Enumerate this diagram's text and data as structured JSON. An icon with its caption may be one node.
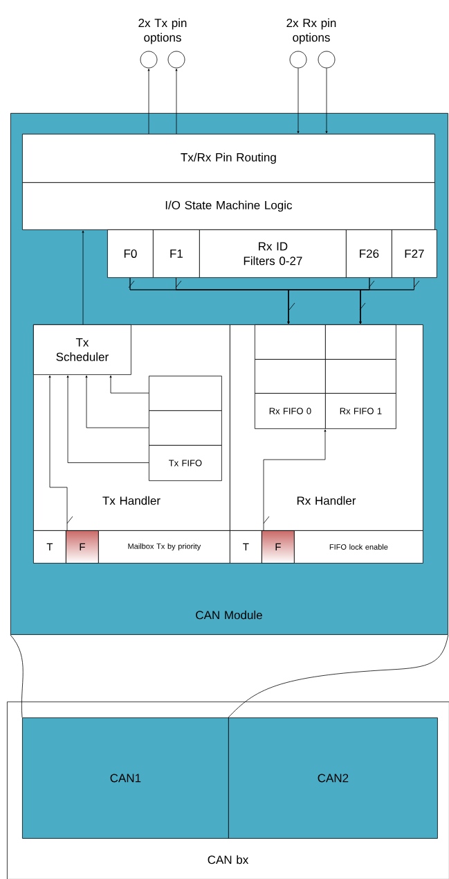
{
  "diagram": {
    "nodes": [
      {
        "text": [],
        "shape": "circle"
      },
      {
        "text": [],
        "shape": "circle"
      },
      {
        "text": [],
        "shape": "circle"
      },
      {
        "text": [],
        "shape": "circle"
      },
      {
        "text": [
          "CAN Module"
        ]
      },
      {
        "text": [
          "Tx/Rx Pin Routing"
        ],
        "in": 4
      },
      {
        "text": [
          "I/O State Machine Logic"
        ],
        "in": 4
      },
      {
        "text": [
          "F0"
        ],
        "in": 4
      },
      {
        "text": [
          "F1"
        ],
        "in": 4
      },
      {
        "text": [
          "Rx ID Filters 0-27"
        ],
        "in": 4
      },
      {
        "text": [
          "F26"
        ],
        "in": 4
      },
      {
        "text": [
          "F27"
        ],
        "in": 4
      },
      {
        "text": [
          "Tx Handler"
        ],
        "in": 4
      },
      {
        "text": [
          "Tx Scheduler"
        ],
        "in": 12
      },
      {
        "text": [],
        "shape": "box",
        "in": 12
      },
      {
        "text": [],
        "shape": "box",
        "in": 12
      },
      {
        "text": [
          "Tx FIFO"
        ],
        "in": 12
      },
      {
        "text": [
          "Rx Handler"
        ],
        "in": 4
      },
      {
        "text": [],
        "shape": "box",
        "in": 17
      },
      {
        "text": [],
        "shape": "box",
        "in": 17
      },
      {
        "text": [],
        "shape": "box",
        "in": 17
      },
      {
        "text": [],
        "shape": "box",
        "in": 17
      },
      {
        "text": [
          "Rx FIFO 0"
        ],
        "in": 17
      },
      {
        "text": [
          "Rx FIFO 1"
        ],
        "in": 17
      },
      {
        "text": [
          "T"
        ],
        "in": 4
      },
      {
        "text": [
          "F"
        ],
        "in": 4
      },
      {
        "text": [
          "Mailbox Tx by priority"
        ],
        "in": 4
      },
      {
        "text": [
          "T"
        ],
        "in": 4
      },
      {
        "text": [
          "F"
        ],
        "in": 4
      },
      {
        "text": [
          "FIFO lock enable"
        ],
        "in": 4
      },
      {
        "text": [
          "CAN bx"
        ]
      },
      {
        "text": [
          "CAN1"
        ],
        "in": 30
      },
      {
        "text": [
          "CAN2"
        ],
        "in": 30
      }
    ],
    "edges": [
      {
        "from": 5,
        "to": 0,
        "arrow": "to"
      },
      {
        "from": 5,
        "to": 1,
        "arrow": "to"
      },
      {
        "from": 2,
        "to": 5,
        "arrow": "to"
      },
      {
        "from": 3,
        "to": 5,
        "arrow": "to"
      },
      {
        "from": 13,
        "to": 6,
        "arrow": "to"
      },
      {
        "from": 7,
        "to": 18,
        "arrow": "to"
      },
      {
        "from": 7,
        "to": 19,
        "arrow": "to"
      },
      {
        "from": 8,
        "to": 18,
        "arrow": "to"
      },
      {
        "from": 8,
        "to": 19,
        "arrow": "to"
      },
      {
        "from": 10,
        "to": 18,
        "arrow": "to"
      },
      {
        "from": 10,
        "to": 19,
        "arrow": "to"
      },
      {
        "from": 11,
        "to": 18,
        "arrow": "to"
      },
      {
        "from": 11,
        "to": 19,
        "arrow": "to"
      },
      {
        "from": 14,
        "to": 13,
        "arrow": "to"
      },
      {
        "from": 15,
        "to": 13,
        "arrow": "to"
      },
      {
        "from": 16,
        "to": 13,
        "arrow": "to"
      },
      {
        "from": 25,
        "to": 13,
        "arrow": "to"
      },
      {
        "from": 28,
        "to": 22,
        "arrow": "to"
      },
      {
        "from": 4,
        "to": 31,
        "arrow": "none"
      },
      {
        "from": 4,
        "to": 32,
        "arrow": "none"
      }
    ],
    "labels": [
      "2x Tx pin options",
      "2x Rx pin options"
    ]
  }
}
